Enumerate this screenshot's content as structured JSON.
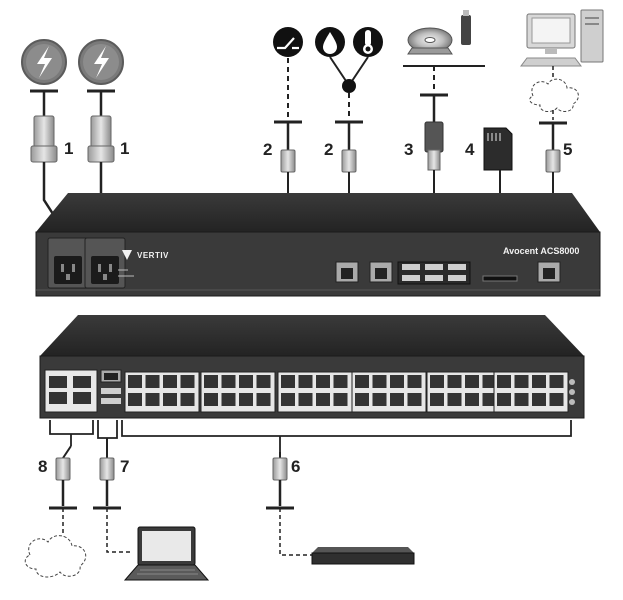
{
  "brand": "VERTIV",
  "model": "Avocent ACS8000",
  "callouts": [
    "1",
    "1",
    "2",
    "2",
    "3",
    "4",
    "5",
    "6",
    "7",
    "8"
  ]
}
